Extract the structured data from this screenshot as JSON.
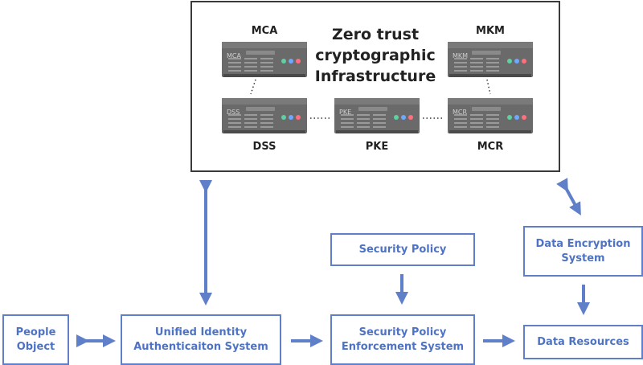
{
  "diagram": {
    "title_lines": [
      "Zero trust",
      "cryptographic",
      "Infrastructure"
    ],
    "servers": {
      "mca": {
        "label": "MCA",
        "tag": "MCA"
      },
      "mkm": {
        "label": "MKM",
        "tag": "MKM"
      },
      "dss": {
        "label": "DSS",
        "tag": "DSS"
      },
      "pke": {
        "label": "PKE",
        "tag": "PKE"
      },
      "mcr": {
        "label": "MCR",
        "tag": "MCR"
      }
    },
    "boxes": {
      "people": "People\nObject",
      "unified": "Unified Identity\nAuthenticaiton System",
      "policy": "Security Policy",
      "enforcement": "Security Policy\nEnforcement System",
      "encryption": "Data Encryption\nSystem",
      "resources": "Data Resources"
    },
    "colors": {
      "accent": "#5f7fc9",
      "server_body": "#5c5c5c",
      "led_green": "#5fd0a0",
      "led_blue": "#6ea8ff",
      "led_red": "#ff6f7f"
    }
  }
}
